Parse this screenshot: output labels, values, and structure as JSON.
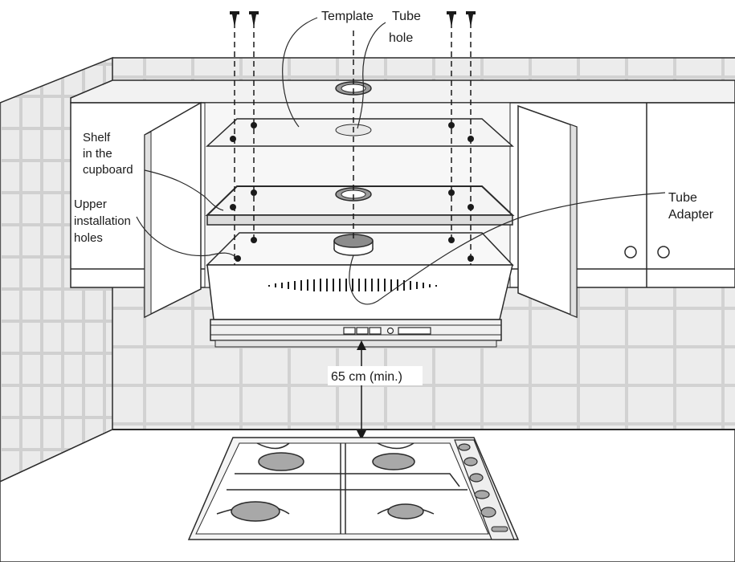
{
  "labels": {
    "template": "Template",
    "tube": "Tube",
    "hole": "hole",
    "shelf_line1": "Shelf",
    "shelf_line2": "in the",
    "shelf_line3": "cupboard",
    "upper_line1": "Upper",
    "upper_line2": "installation",
    "upper_line3": "holes",
    "adapter_line1": "Tube",
    "adapter_line2": "Adapter",
    "distance_value": "65 cm",
    "distance_note": "(min.)"
  },
  "colors": {
    "line": "#2a2a2a",
    "tile_light": "#e8e8e8",
    "tile_mid": "#cfcfcf",
    "hole_fill": "#9a9a9a",
    "burner_fill": "#a8a8a8",
    "background": "#ffffff"
  }
}
